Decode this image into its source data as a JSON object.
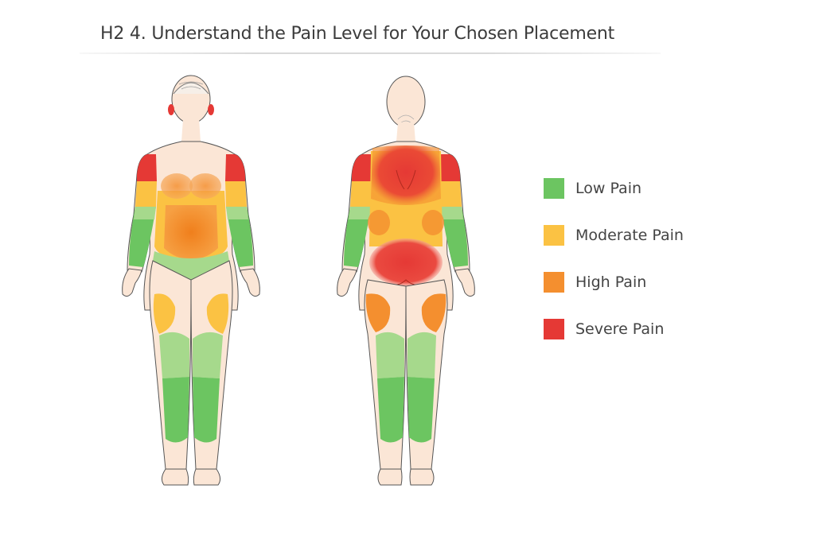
{
  "header": {
    "title": "H2 4. Understand the Pain Level for Your Chosen Placement"
  },
  "colors": {
    "skin": "#fbe6d6",
    "outline": "#555555",
    "low": "#6cc561",
    "low_light": "#a6d98c",
    "moderate": "#fbc243",
    "high": "#f48f2f",
    "severe": "#e53935"
  },
  "figures": [
    {
      "view": "front",
      "label": "Front view body pain map"
    },
    {
      "view": "back",
      "label": "Back view body pain map"
    }
  ],
  "legend": {
    "items": [
      {
        "label": "Low Pain",
        "color": "#6cc561"
      },
      {
        "label": "Moderate Pain",
        "color": "#fbc243"
      },
      {
        "label": "High Pain",
        "color": "#f48f2f"
      },
      {
        "label": "Severe Pain",
        "color": "#e53935"
      }
    ]
  },
  "pain_map": {
    "front": {
      "ears": "severe",
      "shoulders": "severe",
      "upper_arms": "moderate",
      "forearms": "low",
      "chest": "high",
      "stomach": "high",
      "ribs_sides": "moderate",
      "hip_band": "low",
      "outer_thighs": "moderate",
      "knees": "low",
      "shins": "low"
    },
    "back": {
      "shoulders": "severe",
      "upper_back": "severe",
      "upper_arms": "moderate",
      "forearms": "low",
      "lower_back": "moderate",
      "flanks": "high",
      "buttocks": "severe",
      "back_thighs": "high",
      "back_knees": "low",
      "calves": "low"
    }
  }
}
